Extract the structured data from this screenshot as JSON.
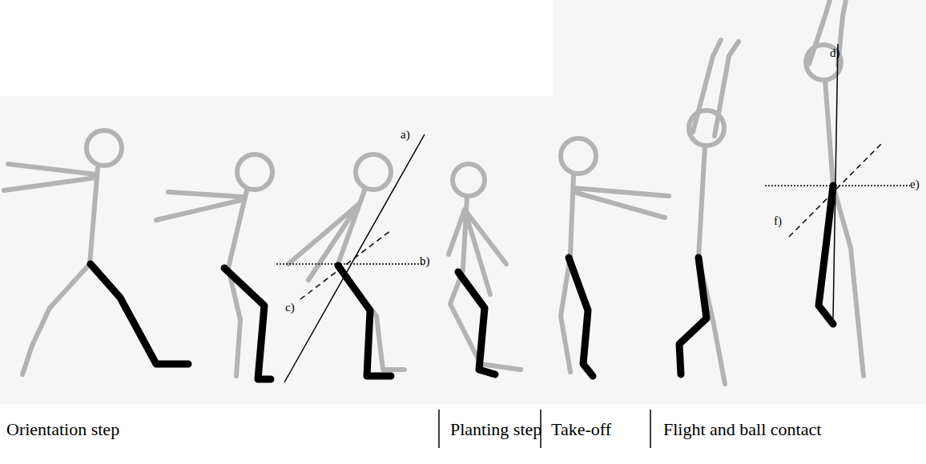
{
  "diagram": {
    "labels": [
      "a)",
      "b)",
      "c)",
      "d)",
      "e)",
      "f)",
      "Orientation step",
      "Planting step",
      "Take-off",
      "Flight and ball contact"
    ]
  }
}
